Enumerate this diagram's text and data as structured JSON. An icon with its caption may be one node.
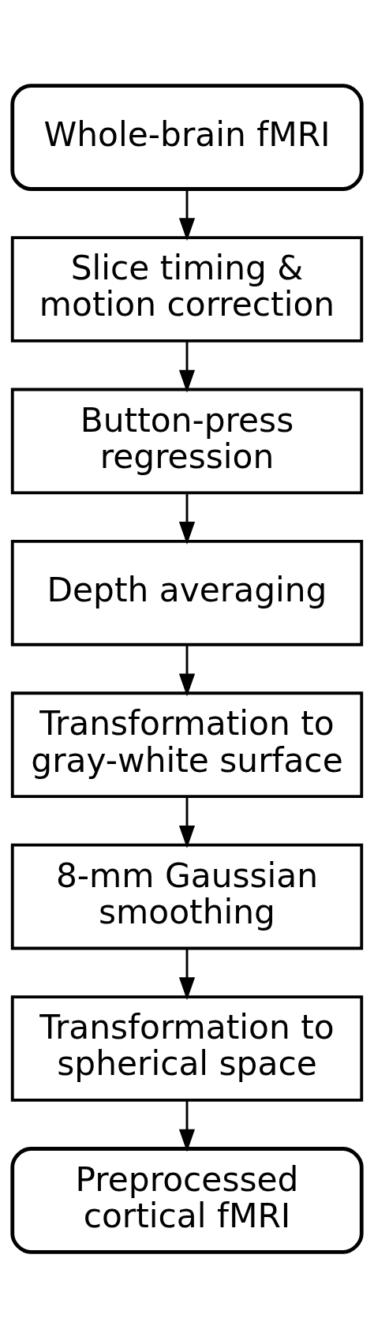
{
  "diagram": {
    "nodes": [
      {
        "text": [
          "Whole-brain fMRI"
        ]
      },
      {
        "text": [
          "Slice timing & motion correction"
        ]
      },
      {
        "text": [
          "Button-press regression"
        ]
      },
      {
        "text": [
          "Depth averaging"
        ]
      },
      {
        "text": [
          "Transformation to gray-white surface"
        ]
      },
      {
        "text": [
          "8-mm Gaussian smoothing"
        ]
      },
      {
        "text": [
          "Transformation to spherical space"
        ]
      },
      {
        "text": [
          "Preprocessed cortical fMRI"
        ]
      }
    ],
    "edges": [
      {
        "from": 0,
        "to": 1,
        "arrow": "to"
      },
      {
        "from": 1,
        "to": 2,
        "arrow": "to"
      },
      {
        "from": 2,
        "to": 3,
        "arrow": "to"
      },
      {
        "from": 3,
        "to": 4,
        "arrow": "to"
      },
      {
        "from": 4,
        "to": 5,
        "arrow": "to"
      },
      {
        "from": 5,
        "to": 6,
        "arrow": "to"
      },
      {
        "from": 6,
        "to": 7,
        "arrow": "to"
      }
    ]
  }
}
